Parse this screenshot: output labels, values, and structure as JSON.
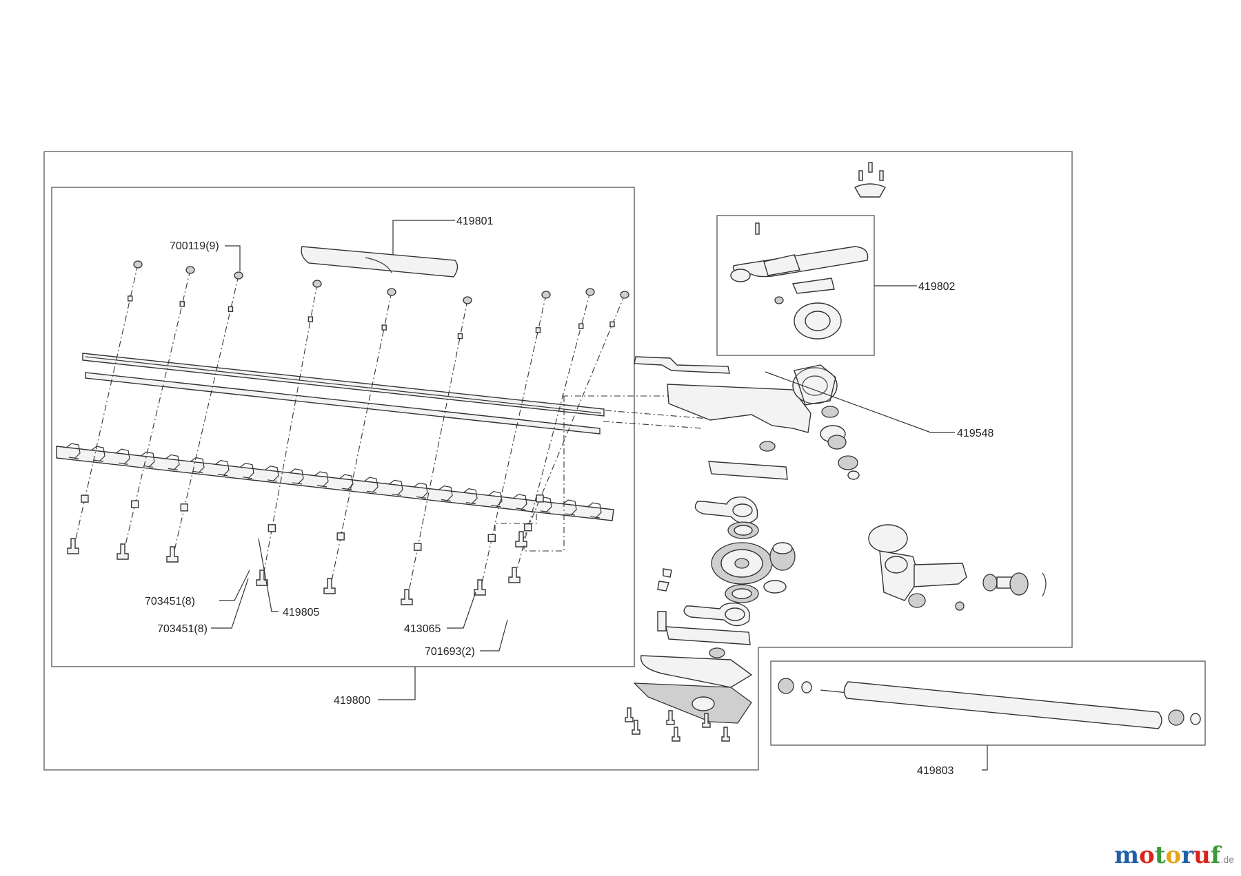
{
  "labels": {
    "p419801": "419801",
    "p700119": "700119(9)",
    "p419802": "419802",
    "p419548": "419548",
    "p703451a": "703451(8)",
    "p703451b": "703451(8)",
    "p419805": "419805",
    "p413065": "413065",
    "p701693": "701693(2)",
    "p419800": "419800",
    "p419803": "419803"
  },
  "watermark": {
    "letters": [
      "m",
      "o",
      "t",
      "o",
      "r",
      "u",
      "f"
    ],
    "colors": [
      "#1f5fa8",
      "#d9241c",
      "#3a9a3a",
      "#e8a317",
      "#1f5fa8",
      "#d9241c",
      "#3a9a3a"
    ],
    "suffix": ".de"
  }
}
